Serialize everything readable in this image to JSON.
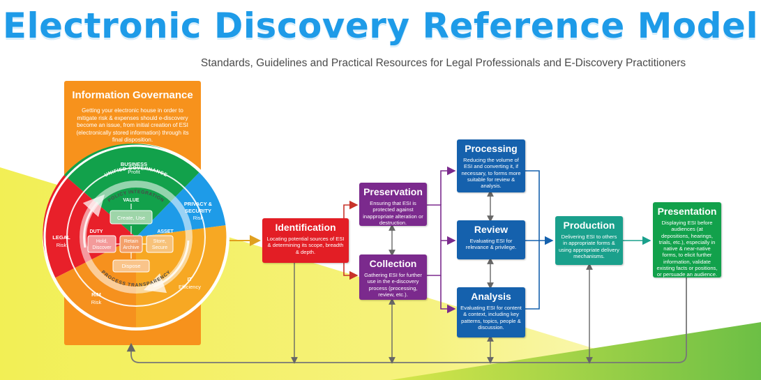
{
  "title": "Electronic Discovery Reference Model",
  "subtitle": "Standards, Guidelines and Practical Resources for Legal Professionals and E-Discovery Practitioners",
  "information_governance": {
    "title": "Information  Governance",
    "description": "Getting your electronic house in order to mitigate risk & expenses should e-discovery become an issue, from initial creation of ESI (electronically stored information) through its final disposition."
  },
  "wheel": {
    "outer_ring_top": "UNIFIED GOVERNANCE",
    "inner_ring_top": "POLICY INTEGRATION",
    "inner_ring_bottom": "PROCESS TRANSPARENCY",
    "segments": {
      "business": {
        "name": "BUSINESS",
        "sub": "Profit",
        "color": "#12a14b"
      },
      "privacy": {
        "name": "PRIVACY &",
        "name2": "SECURITY",
        "sub": "Risk",
        "color": "#1e9be8"
      },
      "it": {
        "name": "IT",
        "sub": "Efficiency",
        "color": "#f7a823"
      },
      "rim": {
        "name": "RIM",
        "sub": "Risk",
        "color": "#f6911e"
      },
      "legal": {
        "name": "LEGAL",
        "sub": "Risk",
        "color": "#e8202a"
      }
    },
    "center": {
      "value": "VALUE",
      "duty": "DUTY",
      "asset": "ASSET",
      "create_use": "Create, Use",
      "hold_discover_1": "Hold,",
      "hold_discover_2": "Discover",
      "retain_archive_1": "Retain",
      "retain_archive_2": "Archive",
      "store_secure_1": "Store,",
      "store_secure_2": "Secure",
      "dispose": "Dispose"
    }
  },
  "stages": {
    "identification": {
      "title": "Identification",
      "desc": "Locating potential sources of ESI & determining its scope, breadth & depth.",
      "color": "#e31e25"
    },
    "preservation": {
      "title": "Preservation",
      "desc": "Ensuring that ESI is protected against inappropriate alteration or destruction.",
      "color": "#7b2a8d"
    },
    "collection": {
      "title": "Collection",
      "desc": "Gathering ESI for further use in the e-discovery process (processing, review, etc.).",
      "color": "#7b2a8d"
    },
    "processing": {
      "title": "Processing",
      "desc": "Reducing the volume of ESI and converting it, if necessary, to forms more suitable for review & analysis.",
      "color": "#1561ad"
    },
    "review": {
      "title": "Review",
      "desc": "Evaluating ESI for relevance & privilege.",
      "color": "#1561ad"
    },
    "analysis": {
      "title": "Analysis",
      "desc": "Evaluating ESI for content & context, including key patterns, topics, people & discussion.",
      "color": "#1561ad"
    },
    "production": {
      "title": "Production",
      "desc": "Delivering ESI to others in appropriate forms & using appropriate delivery mechanisms.",
      "color": "#1aa08c"
    },
    "presentation": {
      "title": "Presentation",
      "desc": "Displaying ESI before audiences (at depositions, hearings, trials, etc.), especially in native & near-native forms, to elicit further information, validate existing facts or positions, or persuade an audience.",
      "color": "#12a14b"
    }
  }
}
